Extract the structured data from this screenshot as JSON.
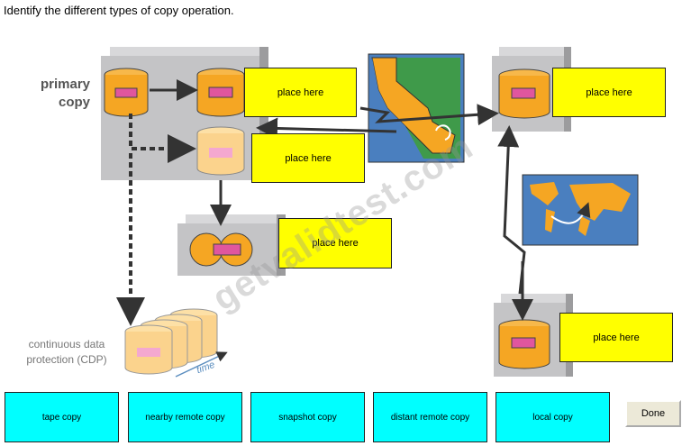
{
  "prompt": "Identify the different types of copy operation.",
  "diagram": {
    "primary_label_line1": "primary",
    "primary_label_line2": "copy",
    "cdp_label_line1": "continuous data",
    "cdp_label_line2": "protection (CDP)",
    "time_label": "time"
  },
  "targets": [
    "place here",
    "place here",
    "place here",
    "place here",
    "place here"
  ],
  "options": [
    "tape copy",
    "nearby remote copy",
    "snapshot copy",
    "distant remote copy",
    "local copy"
  ],
  "done_label": "Done",
  "watermark": "getvalidtest.com",
  "colors": {
    "target_fill": "#ffff00",
    "option_fill": "#00ffff",
    "disk_orange": "#f5a623",
    "disk_light": "#fbd38d",
    "label_pink": "#e0569e",
    "map_land": "#f5a623",
    "map_sea": "#4a7fbf"
  }
}
